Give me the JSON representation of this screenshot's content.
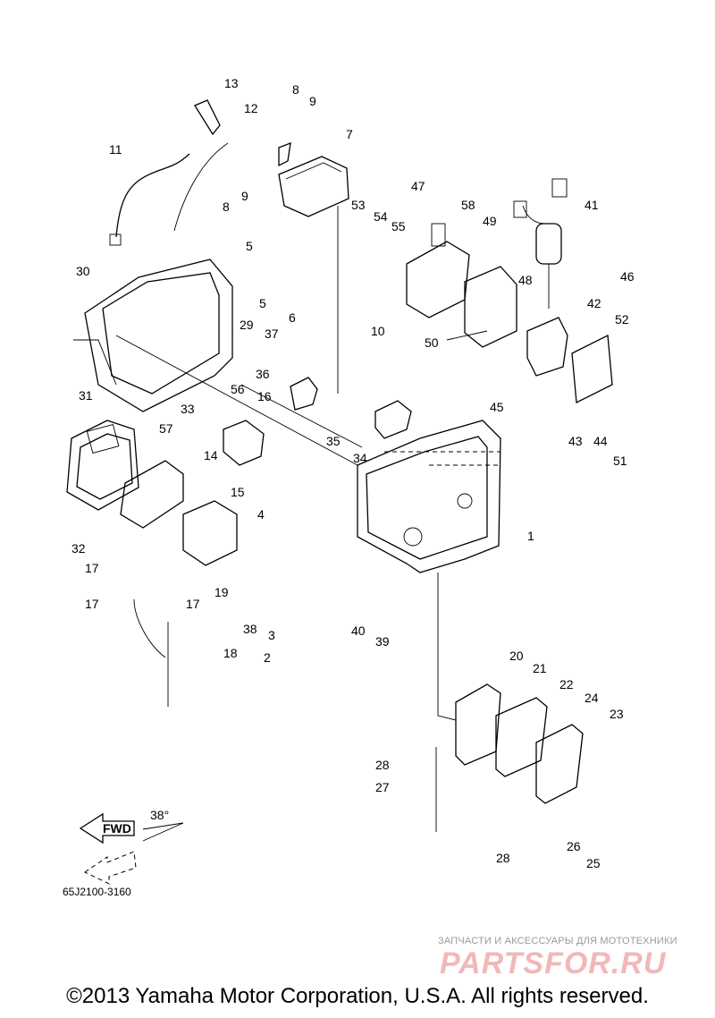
{
  "diagram": {
    "document_code": "65J2100-3160",
    "copyright": "©2013 Yamaha Motor Corporation, U.S.A. All rights reserved.",
    "fwd_label": "FWD",
    "angle_label": "38°",
    "callouts": [
      "1",
      "2",
      "3",
      "4",
      "5",
      "5",
      "6",
      "7",
      "8",
      "8",
      "9",
      "9",
      "10",
      "11",
      "12",
      "13",
      "14",
      "15",
      "16",
      "17",
      "17",
      "17",
      "18",
      "19",
      "20",
      "21",
      "22",
      "23",
      "24",
      "25",
      "26",
      "27",
      "28",
      "28",
      "29",
      "30",
      "31",
      "32",
      "33",
      "34",
      "35",
      "36",
      "37",
      "38",
      "39",
      "40",
      "41",
      "42",
      "43",
      "44",
      "45",
      "46",
      "47",
      "48",
      "49",
      "50",
      "51",
      "52",
      "53",
      "54",
      "55",
      "56",
      "57",
      "58"
    ]
  },
  "watermark": {
    "tagline": "ЗАПЧАСТИ И АКСЕССУАРЫ ДЛЯ МОТОТЕХНИКИ",
    "logo": "PARTSFOR.RU"
  }
}
